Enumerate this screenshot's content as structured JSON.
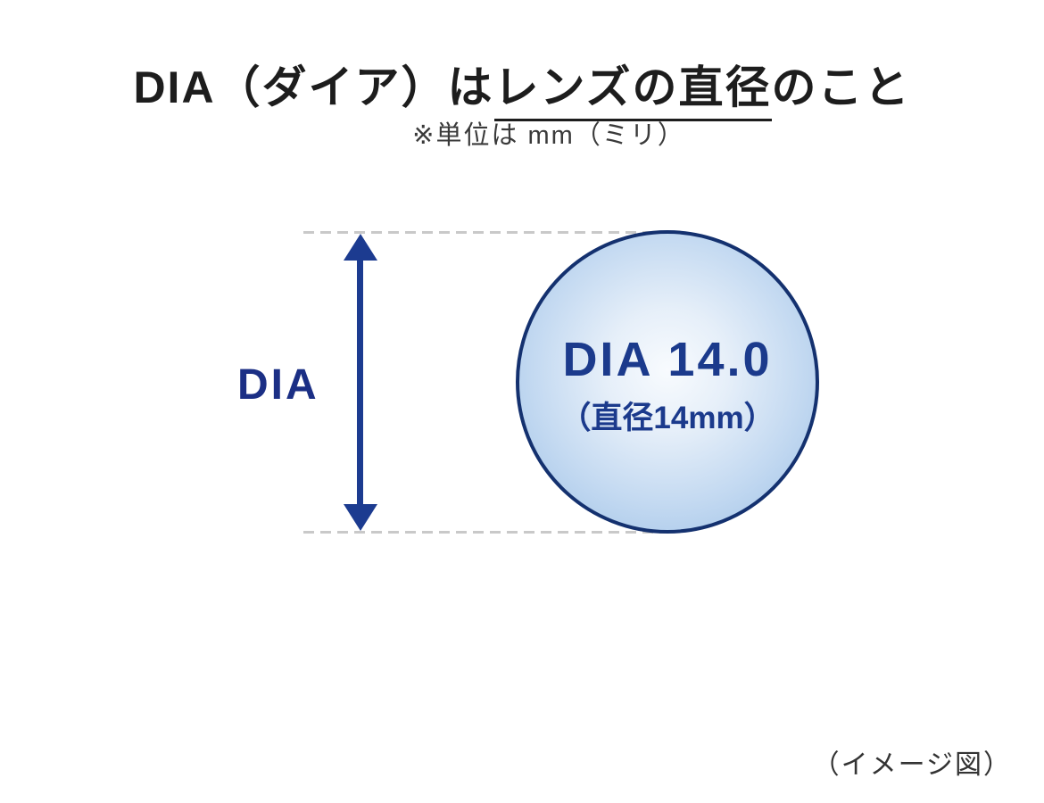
{
  "title": {
    "prefix": "DIA（ダイア）は",
    "underlined": "レンズの直径",
    "suffix": "のこと"
  },
  "note": {
    "text": "※単位は mm（ミリ）"
  },
  "diagram": {
    "arrow_label": "DIA",
    "lens": {
      "line1": "DIA 14.0",
      "line2": "（直径14mm）"
    }
  },
  "caption": {
    "text": "（イメージ図）"
  },
  "colors": {
    "navy_accent": "#1c3b90",
    "lens_border": "#14316f",
    "lens_fill_center": "#f8fbfe",
    "lens_fill_edge": "#9dbfe5",
    "dash_gray": "#c9c9c9",
    "title_text": "#1d1d1d",
    "note_text": "#3a3a3a"
  }
}
